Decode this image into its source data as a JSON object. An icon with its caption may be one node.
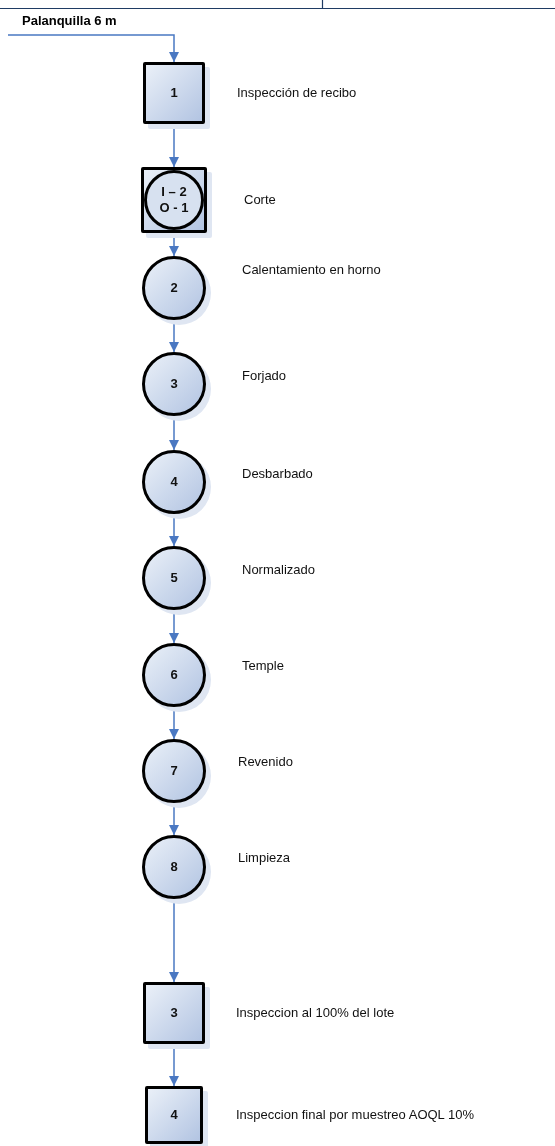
{
  "diagram": {
    "nodes": [
      {
        "text": [
          "1"
        ],
        "beside": [
          "Inspección de recibo"
        ]
      },
      {
        "text": [
          "I – 2",
          "O - 1"
        ],
        "beside": [
          "Corte"
        ]
      },
      {
        "text": [
          "2"
        ],
        "beside": [
          "Calentamiento en horno"
        ]
      },
      {
        "text": [
          "3"
        ],
        "beside": [
          "Forjado"
        ]
      },
      {
        "text": [
          "4"
        ],
        "beside": [
          "Desbarbado"
        ]
      },
      {
        "text": [
          "5"
        ],
        "beside": [
          "Normalizado"
        ]
      },
      {
        "text": [
          "6"
        ],
        "beside": [
          "Temple"
        ]
      },
      {
        "text": [
          "7"
        ],
        "beside": [
          "Revenido"
        ]
      },
      {
        "text": [
          "8"
        ],
        "beside": [
          "Limpieza"
        ]
      },
      {
        "text": [
          "3"
        ],
        "beside": [
          "Inspeccion al 100% del lote"
        ]
      },
      {
        "text": [
          "4"
        ],
        "beside": [
          "Inspeccion final por muestreo AOQL 10%"
        ]
      }
    ],
    "edges": [
      {
        "from": null,
        "to": 0,
        "arrow": "to"
      },
      {
        "from": 0,
        "to": 1,
        "arrow": "to"
      },
      {
        "from": 1,
        "to": 2,
        "arrow": "to"
      },
      {
        "from": 2,
        "to": 3,
        "arrow": "to"
      },
      {
        "from": 3,
        "to": 4,
        "arrow": "to"
      },
      {
        "from": 4,
        "to": 5,
        "arrow": "to"
      },
      {
        "from": 5,
        "to": 6,
        "arrow": "to"
      },
      {
        "from": 6,
        "to": 7,
        "arrow": "to"
      },
      {
        "from": 7,
        "to": 8,
        "arrow": "to"
      },
      {
        "from": 8,
        "to": 9,
        "arrow": "to"
      },
      {
        "from": 9,
        "to": 10,
        "arrow": "to"
      }
    ],
    "labels": [
      "Palanquilla 6 m"
    ]
  }
}
